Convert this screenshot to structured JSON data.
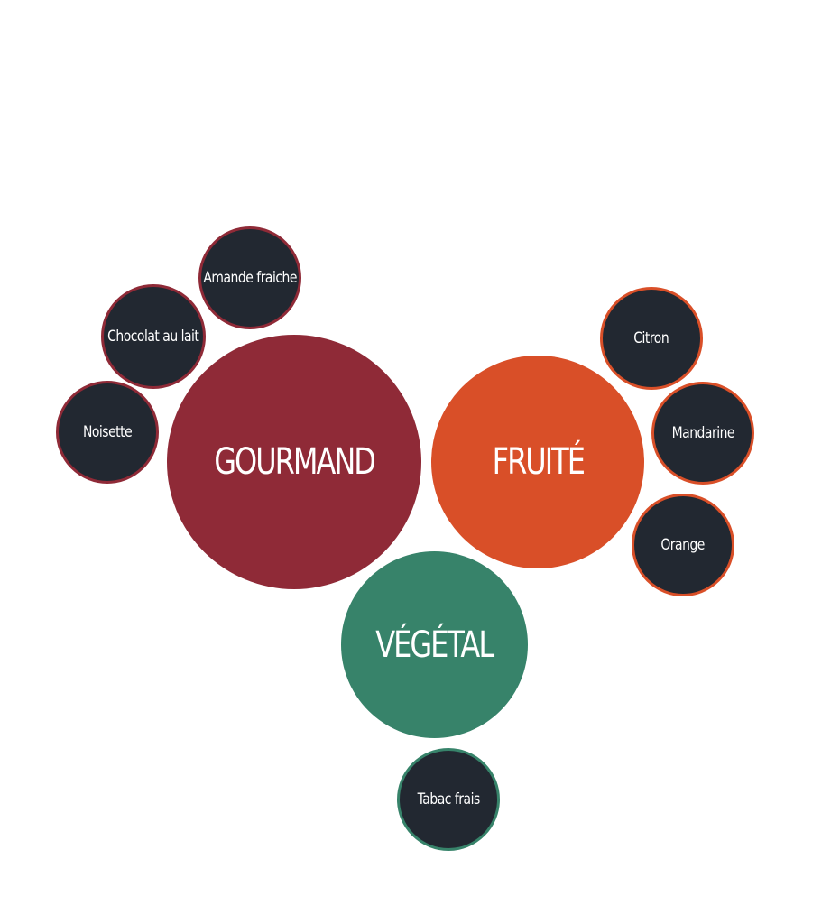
{
  "colors": {
    "gourmand": "#8f2a37",
    "fruite": "#d94f28",
    "vegetal": "#37836a",
    "note_fill": "#222831",
    "text": "#ffffff"
  },
  "families": [
    {
      "label": "GOURMAND",
      "notes": [
        "Amande fraiche",
        "Chocolat au lait",
        "Noisette"
      ]
    },
    {
      "label": "FRUITÉ",
      "notes": [
        "Citron",
        "Mandarine",
        "Orange"
      ]
    },
    {
      "label": "VÉGÉTAL",
      "notes": [
        "Tabac frais"
      ]
    }
  ]
}
